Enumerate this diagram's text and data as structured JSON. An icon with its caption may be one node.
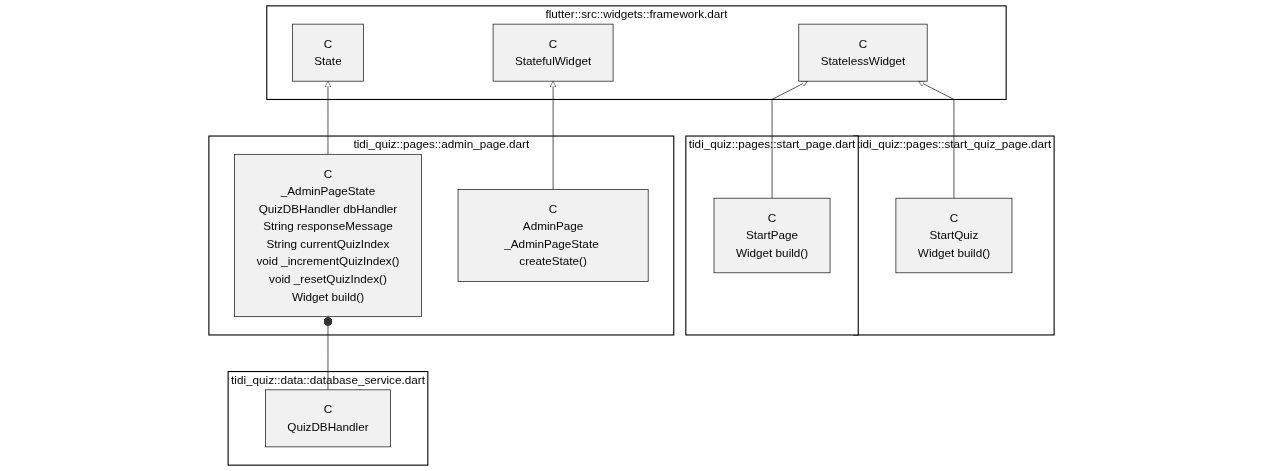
{
  "diagram": {
    "nodes": [
      {
        "text": [
          "flutter::src::widgets::framework.dart"
        ]
      },
      {
        "text": [
          "C",
          "State"
        ],
        "in": 0
      },
      {
        "text": [
          "C",
          "StatefulWidget"
        ],
        "in": 0
      },
      {
        "text": [
          "C",
          "StatelessWidget"
        ],
        "in": 0
      },
      {
        "text": [
          "tidi_quiz::pages::admin_page.dart"
        ]
      },
      {
        "text": [
          "C",
          "_AdminPageState",
          "QuizDBHandler dbHandler",
          "String responseMessage",
          "String currentQuizIndex",
          "void _incrementQuizIndex()",
          "void _resetQuizIndex()",
          "Widget build()"
        ],
        "in": 4
      },
      {
        "text": [
          "C",
          "AdminPage",
          "_AdminPageState createState()"
        ],
        "in": 4
      },
      {
        "text": [
          "tidi_quiz::pages::start_page.dart"
        ]
      },
      {
        "text": [
          "C",
          "StartPage",
          "Widget build()"
        ],
        "in": 7
      },
      {
        "text": [
          "tidi_quiz::pages::start_quiz_page.dart"
        ]
      },
      {
        "text": [
          "C",
          "StartQuiz",
          "Widget build()"
        ],
        "in": 9
      },
      {
        "text": [
          "tidi_quiz::data::database_service.dart"
        ]
      },
      {
        "text": [
          "C",
          "QuizDBHandler"
        ],
        "in": 11
      }
    ],
    "edges": [
      {
        "from": 5,
        "to": 1,
        "arrow": "to"
      },
      {
        "from": 6,
        "to": 2,
        "arrow": "to"
      },
      {
        "from": 8,
        "to": 3,
        "arrow": "to"
      },
      {
        "from": 10,
        "to": 3,
        "arrow": "to"
      },
      {
        "from": 5,
        "to": 12,
        "arrow": "other"
      }
    ]
  }
}
